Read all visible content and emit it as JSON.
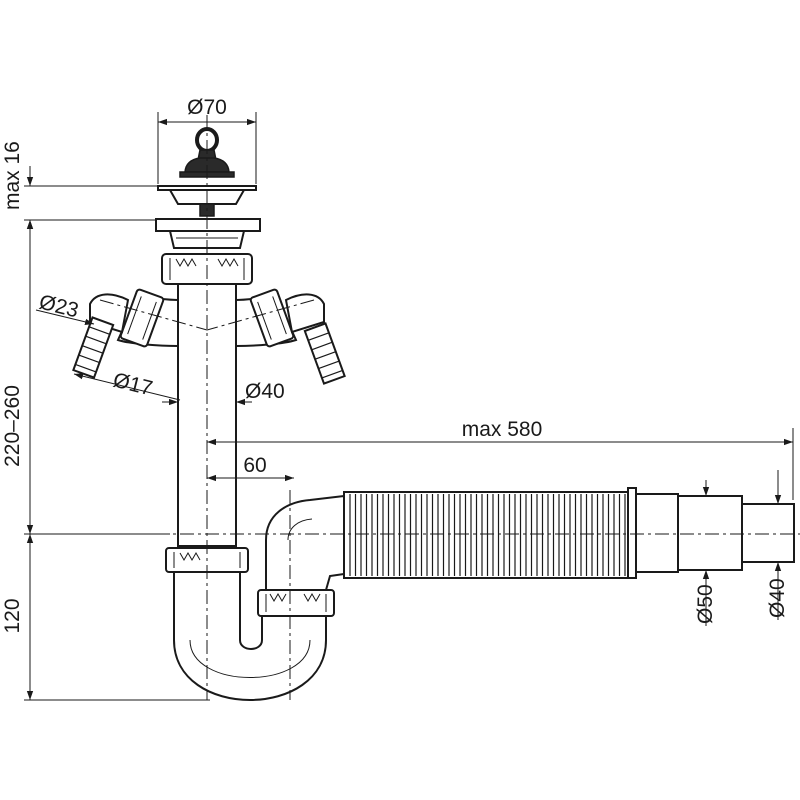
{
  "dimensions": {
    "top_diameter": "Ø70",
    "max_height": "max 16",
    "vertical_range": "220–260",
    "inlet_diameter": "Ø23",
    "hose_diameter": "Ø17",
    "pipe_diameter": "Ø40",
    "max_length": "max 580",
    "offset": "60",
    "bottom_height": "120",
    "outlet_outer": "Ø50",
    "outlet_inner": "Ø40"
  }
}
